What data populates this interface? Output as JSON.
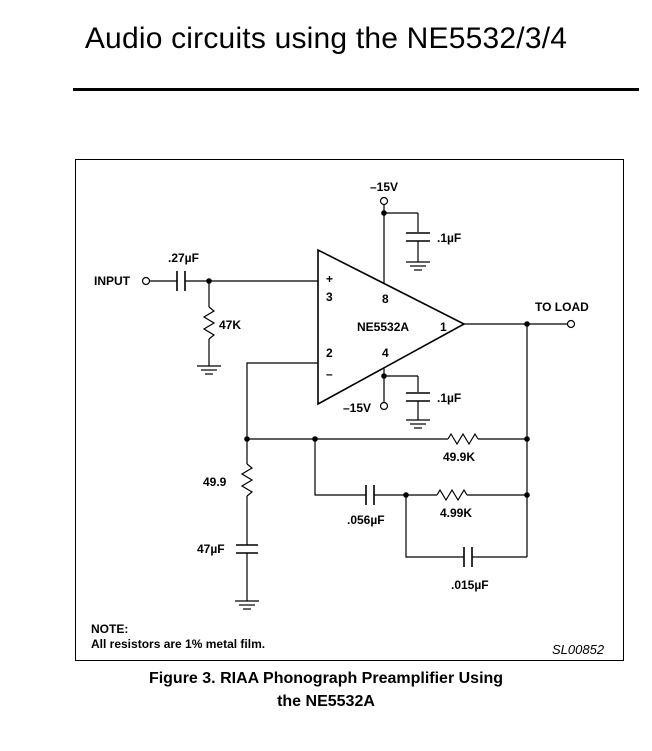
{
  "header": {
    "title": "Audio circuits using the NE5532/3/4"
  },
  "diagram": {
    "opamp": {
      "name": "NE5532A",
      "pin_plus_sign": "+",
      "pin_minus_sign": "–",
      "pin3": "3",
      "pin8": "8",
      "pin2": "2",
      "pin4": "4",
      "pin1": "1"
    },
    "labels": {
      "supply_top": "–15V",
      "supply_bottom": "–15V",
      "cap_top": ".1µF",
      "cap_bottom": ".1µF",
      "input_cap": ".27µF",
      "input": "INPUT",
      "r_input": "47K",
      "output": "TO LOAD",
      "r_fb": "49.9K",
      "r_fb2": "4.99K",
      "cap_fb": ".056µF",
      "cap_fb2": ".015µF",
      "r_gnd": "49.9",
      "cap_gnd": "47µF"
    },
    "note_title": "NOTE:",
    "note_text": "All resistors are 1% metal film.",
    "code": "SL00852"
  },
  "caption": {
    "line1": "Figure  3.  RIAA Phonograph Preamplifier Using",
    "line2": "the NE5532A"
  }
}
